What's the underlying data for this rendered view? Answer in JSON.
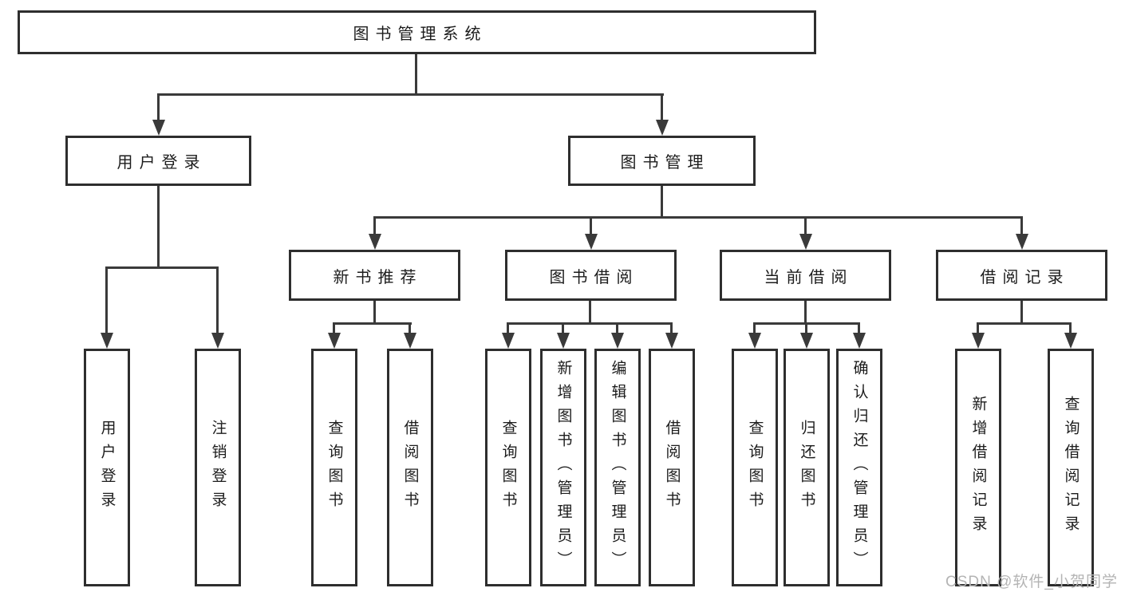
{
  "nodes": {
    "root": {
      "label": "图书管理系统"
    },
    "level2": [
      {
        "label": "用户登录"
      },
      {
        "label": "图书管理"
      }
    ],
    "level3": [
      {
        "label": "新书推荐"
      },
      {
        "label": "图书借阅"
      },
      {
        "label": "当前借阅"
      },
      {
        "label": "借阅记录"
      }
    ],
    "leaves": {
      "user_login": [
        "用户登录",
        "注销登录"
      ],
      "new_book": [
        "查询图书",
        "借阅图书"
      ],
      "book_borrow": [
        "查询图书",
        "新增图书（管理员）",
        "编辑图书（管理员）",
        "借阅图书"
      ],
      "current_borrow": [
        "查询图书",
        "归还图书",
        "确认归还（管理员）"
      ],
      "borrow_record": [
        "新增借阅记录",
        "查询借阅记录"
      ]
    }
  },
  "watermark": "CSDN @软件_小贺同学",
  "colors": {
    "line": "#3a3a3a",
    "box_border": "#2e2e2e",
    "text": "#1c1c1c",
    "watermark_text": "#b4b4b4",
    "background": "#ffffff"
  }
}
